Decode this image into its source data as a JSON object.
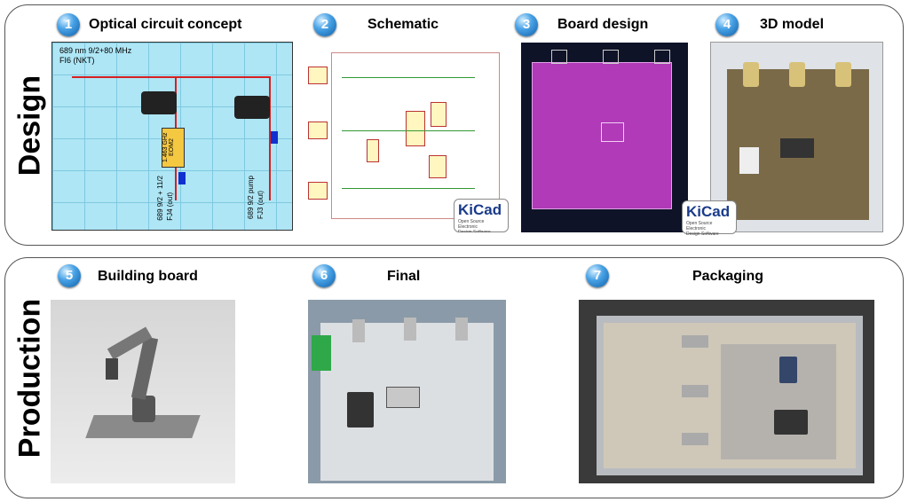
{
  "sections": [
    {
      "label": "Design"
    },
    {
      "label": "Production"
    }
  ],
  "steps": [
    {
      "num": "1",
      "title": "Optical circuit concept"
    },
    {
      "num": "2",
      "title": "Schematic"
    },
    {
      "num": "3",
      "title": "Board design"
    },
    {
      "num": "4",
      "title": "3D model"
    },
    {
      "num": "5",
      "title": "Building board"
    },
    {
      "num": "6",
      "title": "Final"
    },
    {
      "num": "7",
      "title": "Packaging"
    }
  ],
  "optical": {
    "header1": "689 nm 9/2+80 MHz",
    "header2": "FI6 (NKT)",
    "eom2_1": "1.463 GHz",
    "eom2_2": "EOM2",
    "out1_1": "689 9/2 + 11/2",
    "out1_2": "FJ4 (out)",
    "out2_1": "689 9/2 pump",
    "out2_2": "FJ3 (out)"
  },
  "kicad": {
    "name": "KiCad",
    "sub1": "Open Source Electronic",
    "sub2": "Design Software"
  },
  "colors": {
    "board": "#b03ab8",
    "circuit_bg": "#aee6f5",
    "beam": "#d62020"
  }
}
